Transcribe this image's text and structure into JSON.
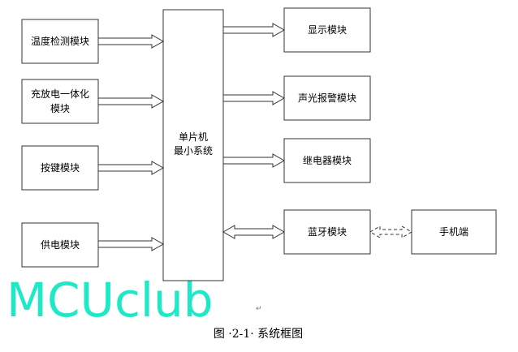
{
  "diagram": {
    "inputs": [
      {
        "label": "温度检测模块"
      },
      {
        "label_line1": "充放电一体化",
        "label_line2": "模块"
      },
      {
        "label": "按键模块"
      },
      {
        "label": "供电模块"
      }
    ],
    "mcu": {
      "line1": "单片机",
      "line2": "最小系统"
    },
    "outputs": [
      {
        "label": "显示模块"
      },
      {
        "label": "声光报警模块"
      },
      {
        "label": "继电器模块"
      },
      {
        "label": "蓝牙模块"
      }
    ],
    "phone": {
      "label": "手机端"
    }
  },
  "paragraph_mark": "↵",
  "caption": "图 ·2-1· 系统框图",
  "watermark": "MCUclub"
}
